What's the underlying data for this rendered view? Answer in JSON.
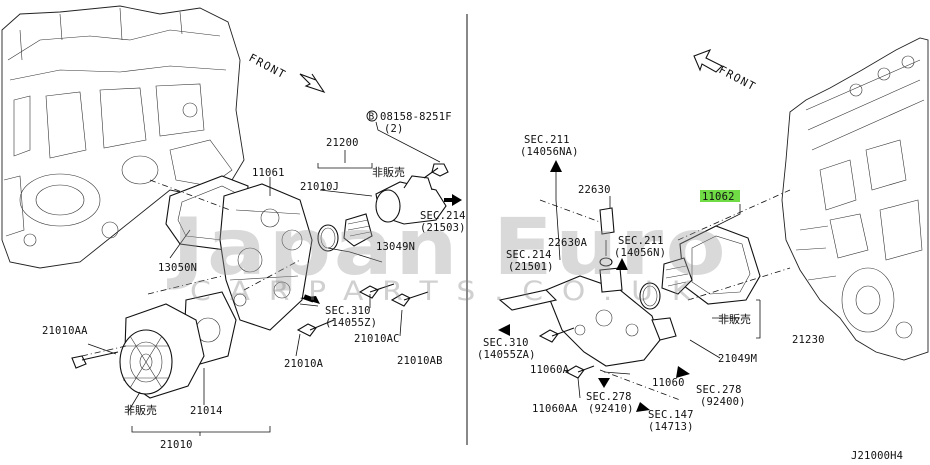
{
  "watermark": {
    "brand": "Japan Euro",
    "sub": "CARPARTS.CO.UK"
  },
  "diagram_code": "J21000H4",
  "front_label": "FRONT",
  "highlight_color": "#6fdc45",
  "left_panel": {
    "p21200": "21200",
    "p11061": "11061",
    "p21010J": "21010J",
    "hanbaikan": "非販売",
    "bolt_code": "08158-8251F",
    "bolt_qty": "(2)",
    "bolt_circle": "B",
    "sec214": "SEC.214",
    "sec214_sub": "(21503)",
    "p13049N": "13049N",
    "p13050N": "13050N",
    "sec310": "SEC.310",
    "sec310_sub": "(14055Z)",
    "p21010AC": "21010AC",
    "p21010AA": "21010AA",
    "p21010A": "21010A",
    "p21010AB": "21010AB",
    "p21014": "21014",
    "hanbaikan2": "非販売",
    "p21010": "21010"
  },
  "right_panel": {
    "sec211a": "SEC.211",
    "sec211a_sub": "(14056NA)",
    "p22630": "22630",
    "p22630A": "22630A",
    "sec211b": "SEC.211",
    "sec211b_sub": "(14056N)",
    "sec214": "SEC.214",
    "sec214_sub": "(21501)",
    "p11062": "11062",
    "hanbaikan": "非販売",
    "p21230": "21230",
    "p21049M": "21049M",
    "sec310": "SEC.310",
    "sec310_sub": "(14055ZA)",
    "p11060A": "11060A",
    "p11060": "11060",
    "sec278a": "SEC.278",
    "sec278a_sub": "(92400)",
    "sec278b": "SEC.278",
    "sec278b_sub": "(92410)",
    "p11060AA": "11060AA",
    "sec147": "SEC.147",
    "sec147_sub": "(14713)"
  }
}
